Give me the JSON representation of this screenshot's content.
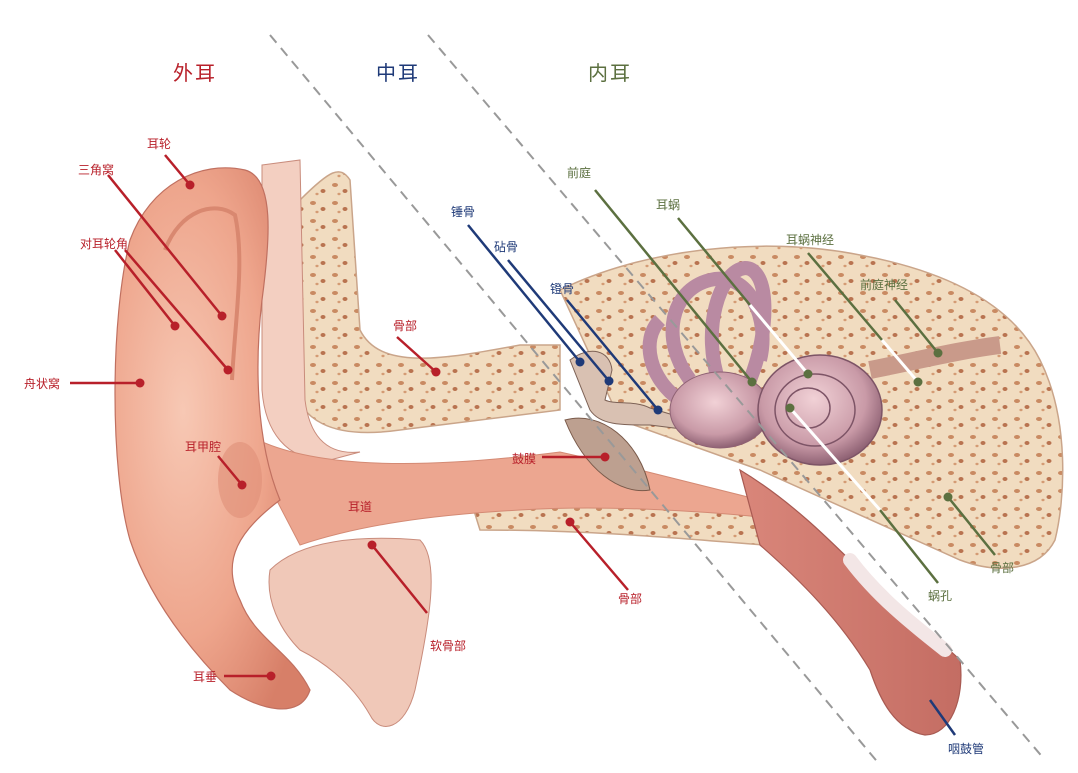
{
  "sections": {
    "outer": "外耳",
    "middle": "中耳",
    "inner": "内耳"
  },
  "labels": {
    "helix": "耳轮",
    "triangular_fossa": "三角窝",
    "antihelix": "对耳轮角",
    "scaphoid_fossa": "舟状窝",
    "concha": "耳甲腔",
    "ear_canal": "耳道",
    "bony_part_upper": "骨部",
    "bony_part_lower": "骨部",
    "bony_part_right": "骨部",
    "cartilage_part": "软骨部",
    "earlobe": "耳垂",
    "malleus": "锤骨",
    "incus": "砧骨",
    "stapes": "镫骨",
    "tympanic_membrane": "鼓膜",
    "vestibule": "前庭",
    "cochlea": "耳蜗",
    "cochlear_nerve": "耳蜗神经",
    "vestibular_nerve": "前庭神经",
    "cochlear_foramen": "蜗孔",
    "eustachian_tube": "咽鼓管"
  },
  "colors": {
    "outer": "#b8202a",
    "middle": "#1f3a78",
    "inner": "#5c7040",
    "skin": "#efa890",
    "bone": "#f2dcc2"
  }
}
